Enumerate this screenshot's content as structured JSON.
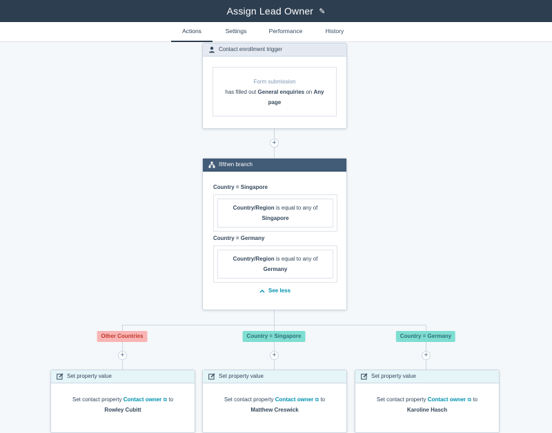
{
  "header": {
    "title": "Assign Lead Owner",
    "edit_icon": "pencil-icon"
  },
  "tabs": [
    {
      "label": "Actions",
      "active": true
    },
    {
      "label": "Settings",
      "active": false
    },
    {
      "label": "Performance",
      "active": false
    },
    {
      "label": "History",
      "active": false
    }
  ],
  "trigger": {
    "head": "Contact enrollment trigger",
    "icon": "person-icon",
    "filter_type": "Form submission",
    "line1_prefix": "has filled out",
    "form_name": "General enquiries",
    "on_word": "on",
    "page_prefix": "Any",
    "page_suffix": "page"
  },
  "branch": {
    "head": "If/then branch",
    "icon": "branch-icon",
    "conditions": [
      {
        "label": "Country = Singapore",
        "property": "Country/Region",
        "operator": "is equal to any of",
        "value": "Singapore"
      },
      {
        "label": "Country = Germany",
        "property": "Country/Region",
        "operator": "is equal to any of",
        "value": "Germany"
      }
    ],
    "see_less": "See less"
  },
  "branches": [
    {
      "tag": "Other Countries",
      "color": "#f9b5b5"
    },
    {
      "tag": "Country = Singapore",
      "color": "#7fded2"
    },
    {
      "tag": "Country = Germany",
      "color": "#7fded2"
    }
  ],
  "actions": [
    {
      "head": "Set property value",
      "prefix": "Set contact property",
      "property": "Contact owner",
      "to": "to",
      "value": "Rowley Cubitt"
    },
    {
      "head": "Set property value",
      "prefix": "Set contact property",
      "property": "Contact owner",
      "to": "to",
      "value": "Matthew Creswick"
    },
    {
      "head": "Set property value",
      "prefix": "Set contact property",
      "property": "Contact owner",
      "to": "to",
      "value": "Karoline Hasch"
    }
  ],
  "plus_symbol": "+"
}
